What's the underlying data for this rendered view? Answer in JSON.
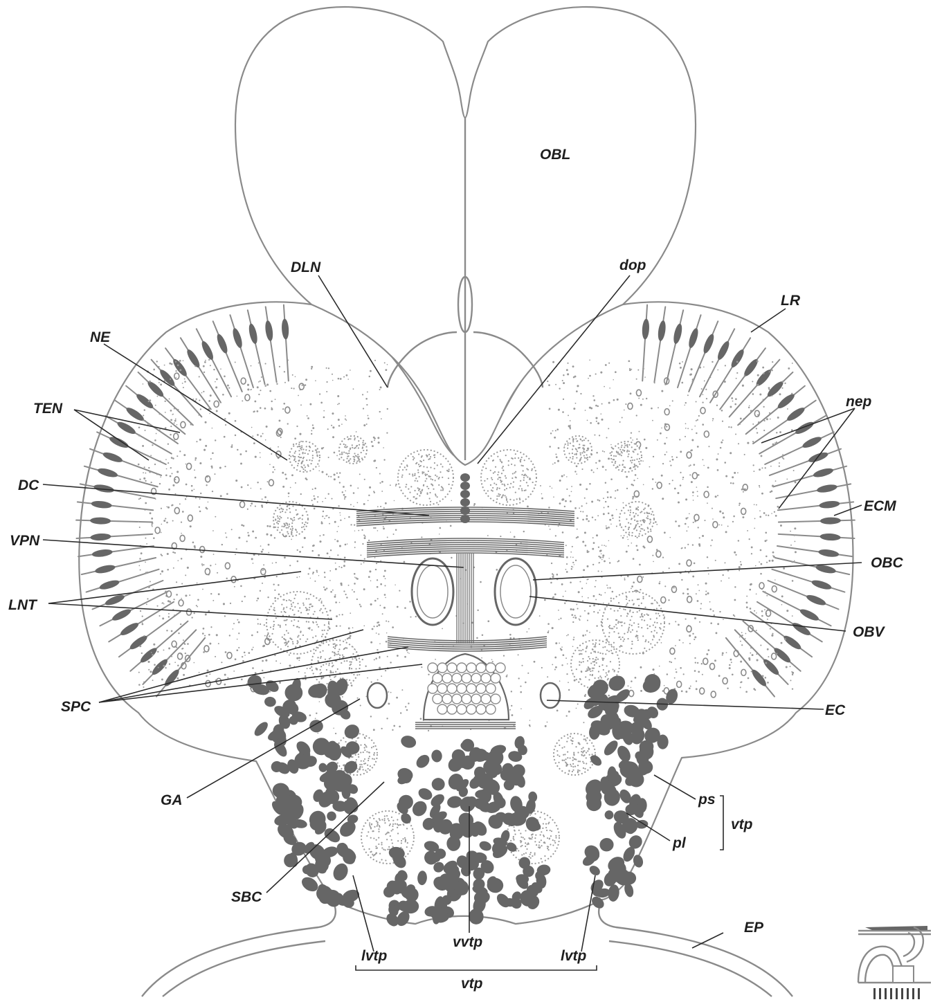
{
  "figure": {
    "labels": {
      "OBL": "OBL",
      "DLN": "DLN",
      "dop": "dop",
      "LR": "LR",
      "NE": "NE",
      "TEN": "TEN",
      "nep": "nep",
      "DC": "DC",
      "ECM": "ECM",
      "VPN": "VPN",
      "OBC": "OBC",
      "LNT": "LNT",
      "OBV": "OBV",
      "SPC": "SPC",
      "EC": "EC",
      "GA": "GA",
      "ps": "ps",
      "vtp_right": "vtp",
      "pl": "pl",
      "SBC": "SBC",
      "EP": "EP",
      "lvtp_left": "lvtp",
      "vvtp": "vvtp",
      "lvtp_right": "lvtp",
      "vtp_bottom": "vtp"
    },
    "colors": {
      "outline": "#8a8a8a",
      "dark_mass": "#666666",
      "stipple": "#9a9a9a",
      "text": "#1e1e1e"
    }
  }
}
